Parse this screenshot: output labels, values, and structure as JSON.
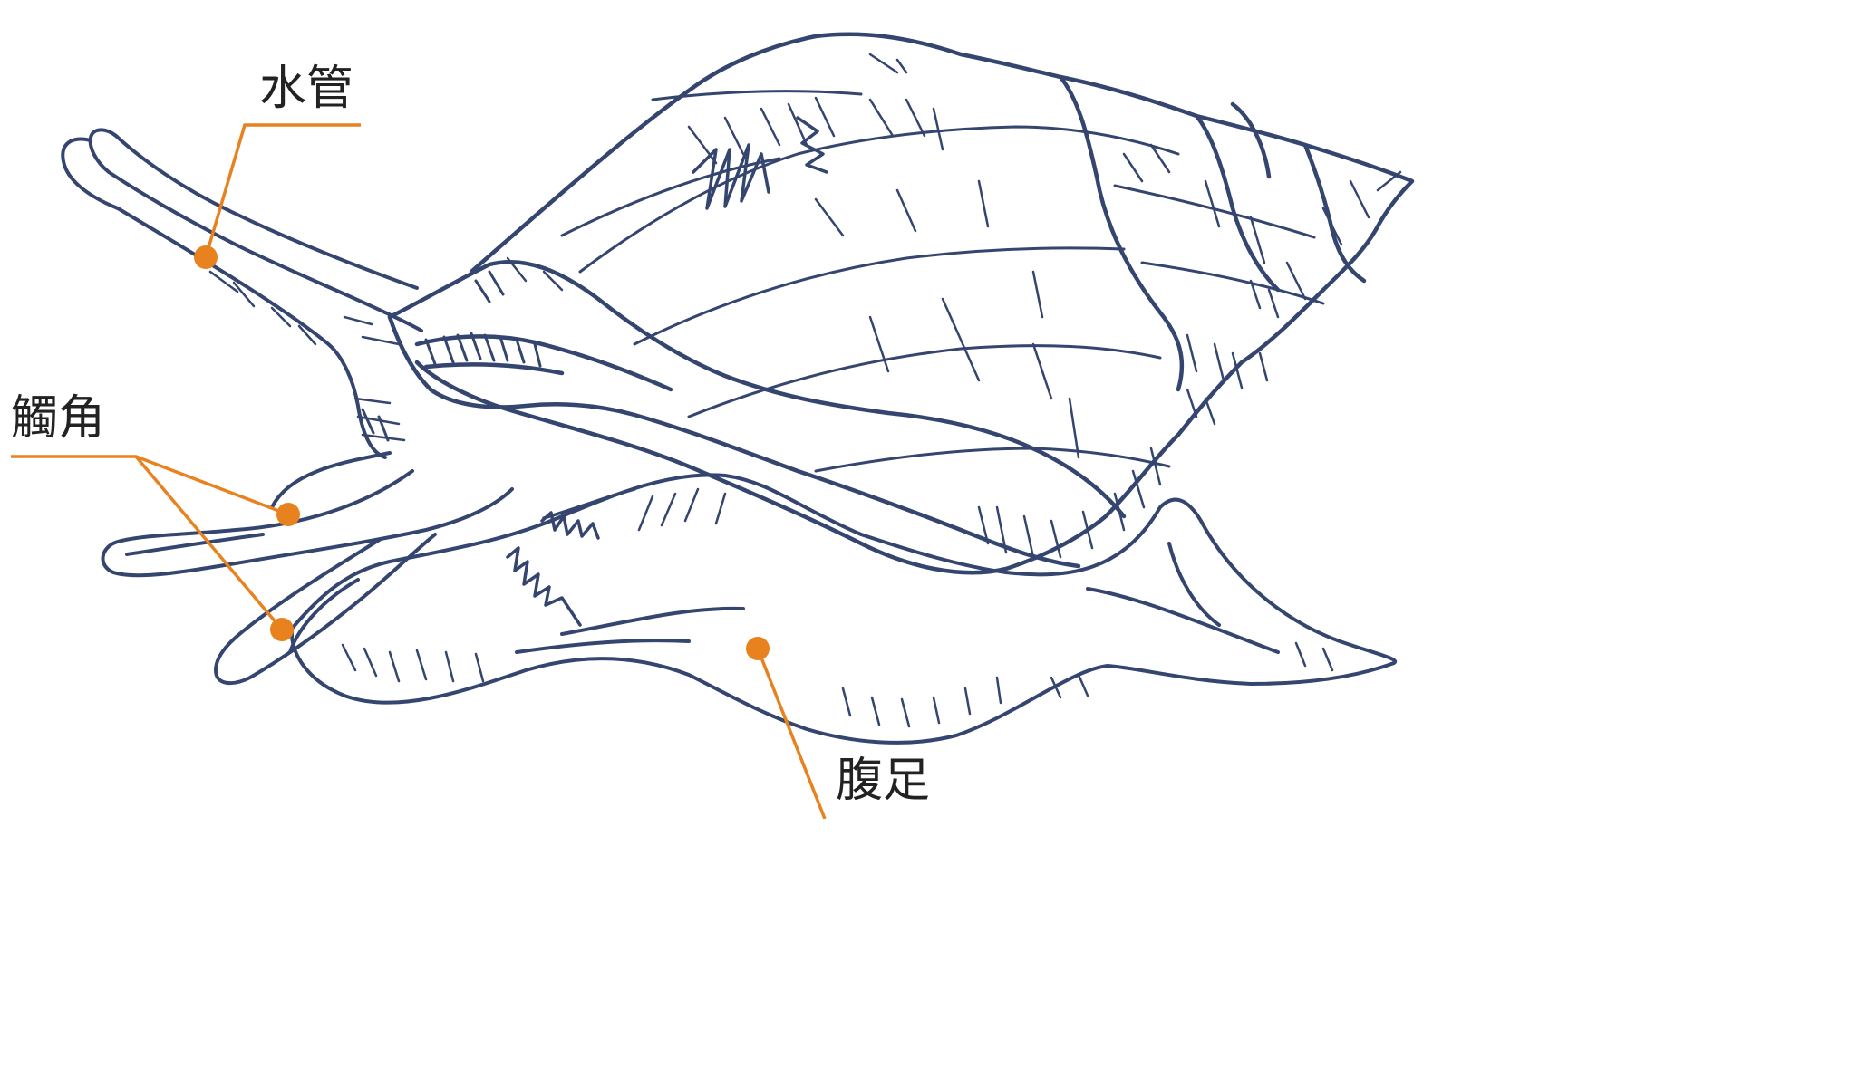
{
  "colors": {
    "outline": "#34456f",
    "leader": "#e8821e",
    "label_text": "#222222",
    "background": "#ffffff"
  },
  "labels": {
    "siphon": "水管",
    "tentacle": "觸角",
    "foot": "腹足"
  }
}
